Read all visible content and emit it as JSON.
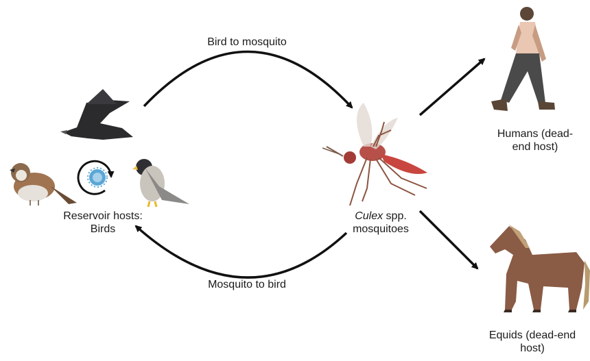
{
  "edges": {
    "bird_to_mosquito": "Bird to mosquito",
    "mosquito_to_bird": "Mosquito to bird"
  },
  "nodes": {
    "reservoir": {
      "line1": "Reservoir hosts:",
      "line2": "Birds"
    },
    "culex": {
      "italic": "Culex",
      "rest": " spp.",
      "line2": "mosquitoes"
    },
    "humans": {
      "line1": "Humans (dead-",
      "line2": "end host)"
    },
    "equids": {
      "line1": "Equids (dead-end",
      "line2": "host)"
    }
  },
  "icons": [
    "crow-icon",
    "sparrow-icon",
    "falcon-icon",
    "virus-cycle-icon",
    "mosquito-icon",
    "human-walking-icon",
    "horse-icon"
  ],
  "colors": {
    "arrow": "#111111",
    "crow": "#2b2b2e",
    "mosquito_body": "#c8463f",
    "human_shirt": "#e9c7b3",
    "human_pants": "#4a4a4a",
    "horse": "#8a5b45",
    "virus": "#5aa7d6"
  }
}
